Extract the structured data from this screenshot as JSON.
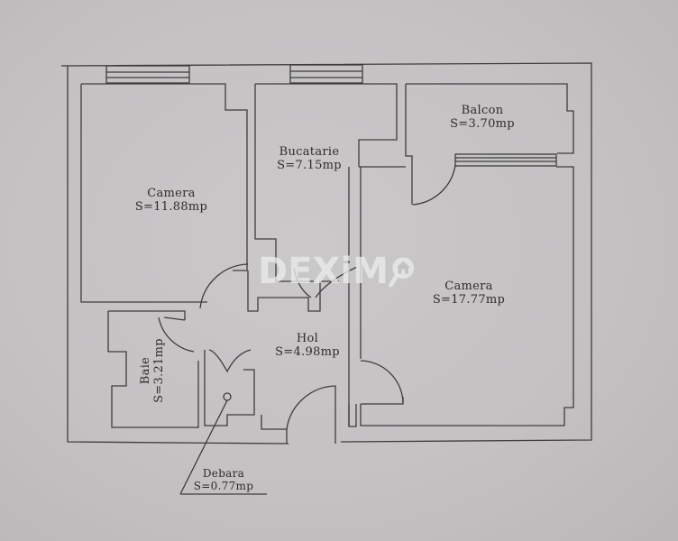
{
  "plan": {
    "rooms": [
      {
        "id": "camera-1",
        "name": "Camera",
        "area": "S=11.88mp"
      },
      {
        "id": "bucatarie",
        "name": "Bucatarie",
        "area": "S=7.15mp"
      },
      {
        "id": "balcon",
        "name": "Balcon",
        "area": "S=3.70mp"
      },
      {
        "id": "camera-2",
        "name": "Camera",
        "area": "S=17.77mp"
      },
      {
        "id": "hol",
        "name": "Hol",
        "area": "S=4.98mp"
      },
      {
        "id": "baie",
        "name": "Baie",
        "area": "S=3.21mp"
      },
      {
        "id": "debara",
        "name": "Debara",
        "area": "S=0.77mp"
      }
    ],
    "line_color": "#3a383a",
    "paper_color": "#c6c4c5"
  },
  "watermark": {
    "text_left": "DEX",
    "text_i": "i",
    "text_right": "M",
    "icon": "house-magnifier-icon",
    "color": "#eeeeee"
  }
}
